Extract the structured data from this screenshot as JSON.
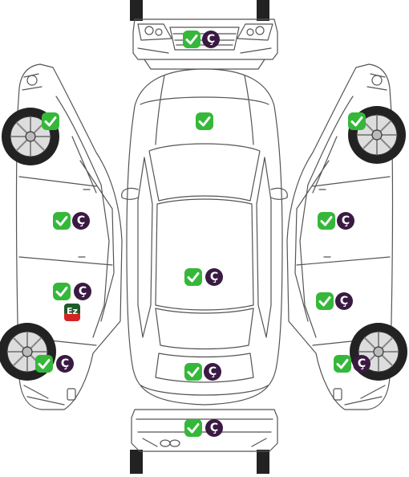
{
  "diagram": {
    "colors": {
      "check": "#35b83a",
      "badge": "#3a1a42",
      "ez_top": "#1f5a2a",
      "ez_bottom": "#d42424",
      "line": "#555555"
    },
    "icons": {
      "check": "checkmark-icon",
      "badge": "c-cedilla-badge",
      "damage": "ez-damage-icon"
    },
    "badge_text": "Ç",
    "damage_text": "Ez"
  }
}
